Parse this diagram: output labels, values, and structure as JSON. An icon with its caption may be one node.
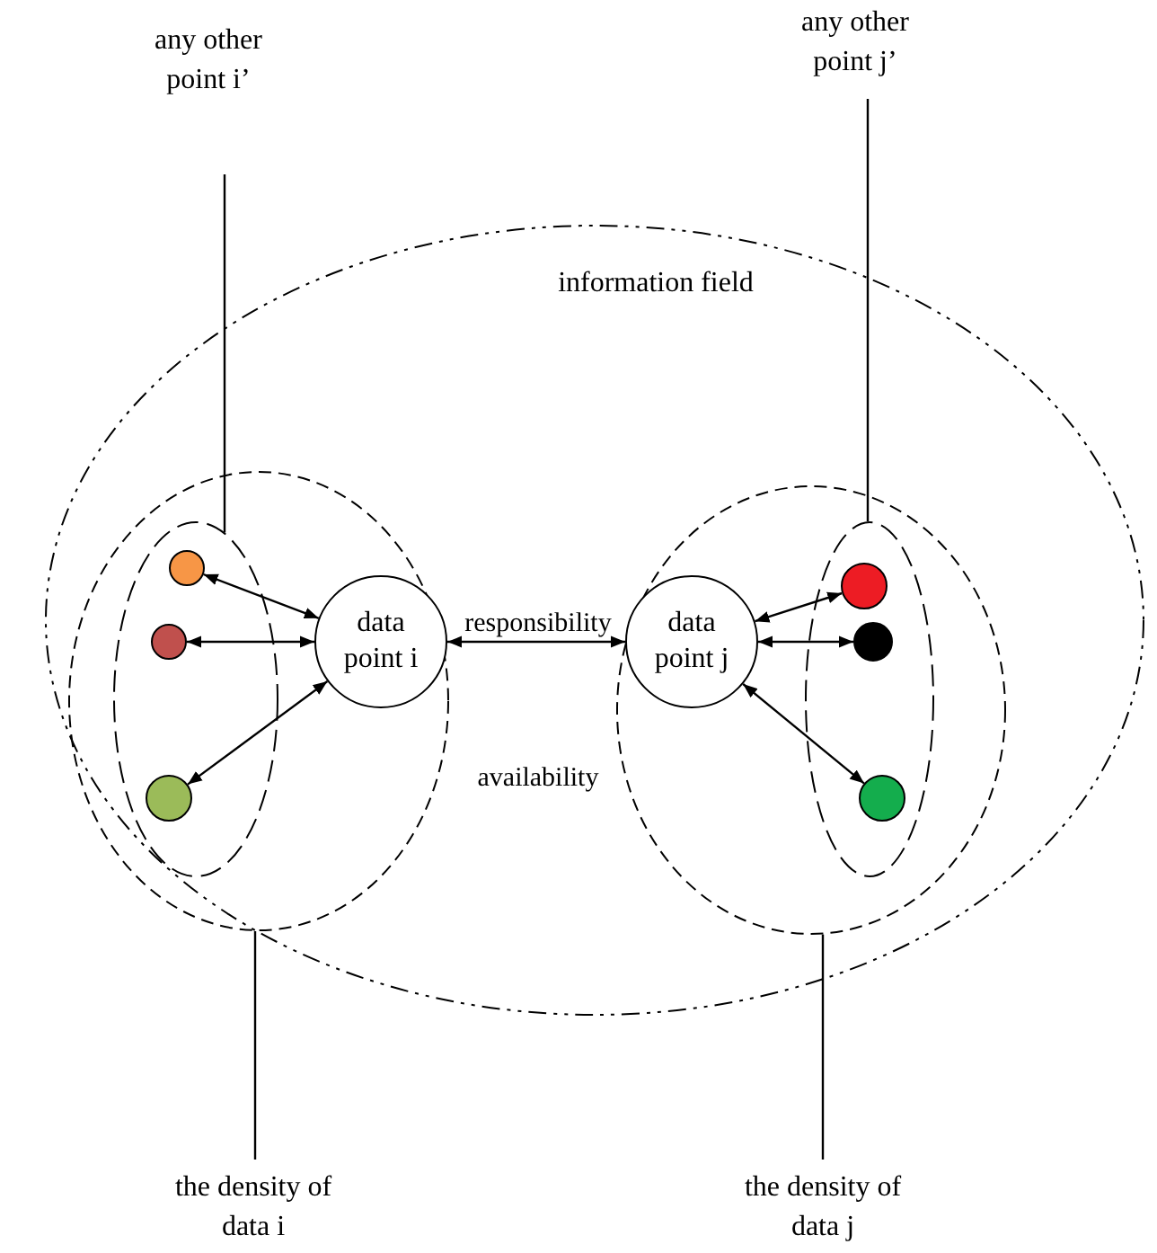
{
  "diagram": {
    "nodes": [
      {
        "text": [
          "information field"
        ]
      },
      {
        "text": [],
        "shape": "ellipse",
        "in": 0
      },
      {
        "text": [],
        "shape": "ellipse",
        "in": 1
      },
      {
        "text": [],
        "shape": "circle",
        "in": 2
      },
      {
        "text": [],
        "shape": "circle",
        "in": 2
      },
      {
        "text": [],
        "shape": "circle",
        "in": 2
      },
      {
        "text": [
          "data point i"
        ],
        "in": 1
      },
      {
        "text": [],
        "shape": "ellipse",
        "in": 0
      },
      {
        "text": [],
        "shape": "ellipse",
        "in": 7
      },
      {
        "text": [],
        "shape": "circle",
        "in": 8
      },
      {
        "text": [],
        "shape": "circle",
        "in": 8
      },
      {
        "text": [],
        "shape": "circle",
        "in": 8
      },
      {
        "text": [
          "data point j"
        ],
        "in": 7
      },
      {
        "text": [
          "any other point i’"
        ]
      },
      {
        "text": [
          "any other point j’"
        ]
      },
      {
        "text": [
          "the density of data i"
        ]
      },
      {
        "text": [
          "the density of data j"
        ]
      }
    ],
    "edges": [
      {
        "from": 3,
        "to": 6,
        "arrow": "both"
      },
      {
        "from": 4,
        "to": 6,
        "arrow": "both"
      },
      {
        "from": 5,
        "to": 6,
        "arrow": "both"
      },
      {
        "from": 6,
        "to": 12,
        "arrow": "both"
      },
      {
        "from": 12,
        "to": 9,
        "arrow": "both"
      },
      {
        "from": 12,
        "to": 10,
        "arrow": "both"
      },
      {
        "from": 12,
        "to": 11,
        "arrow": "both"
      },
      {
        "from": 13,
        "to": 2,
        "arrow": "none"
      },
      {
        "from": 14,
        "to": 8,
        "arrow": "none"
      },
      {
        "from": 15,
        "to": 1,
        "arrow": "none"
      },
      {
        "from": 16,
        "to": 7,
        "arrow": "none"
      }
    ],
    "labels": [
      "responsibility",
      "availability"
    ]
  }
}
